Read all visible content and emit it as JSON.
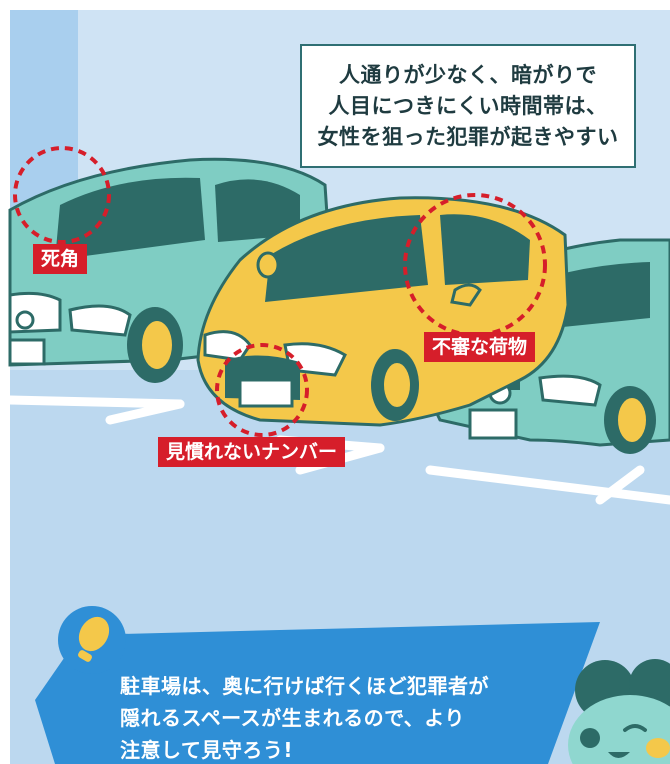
{
  "info_box": {
    "lines": [
      "人通りが少なく、暗がりで",
      "人目につきにくい時間帯は、",
      "女性を狙った犯罪が起きやすい"
    ]
  },
  "tags": {
    "dead_angle": "死角",
    "suspicious_cargo": "不審な荷物",
    "unfamiliar_plate": "見慣れないナンバー"
  },
  "tip": {
    "lines": [
      "駐車場は、奥に行けば行くほど犯罪者が",
      "隠れるスペースが生まれるので、より",
      "注意して見守ろう!"
    ]
  },
  "colors": {
    "sky": "#cfe3f4",
    "ground": "#b9d7ef",
    "green_car": "#7fcdc3",
    "yellow_car": "#f4c84a",
    "warning_red": "#d61e2a",
    "bubble_blue": "#2f8fd6"
  }
}
